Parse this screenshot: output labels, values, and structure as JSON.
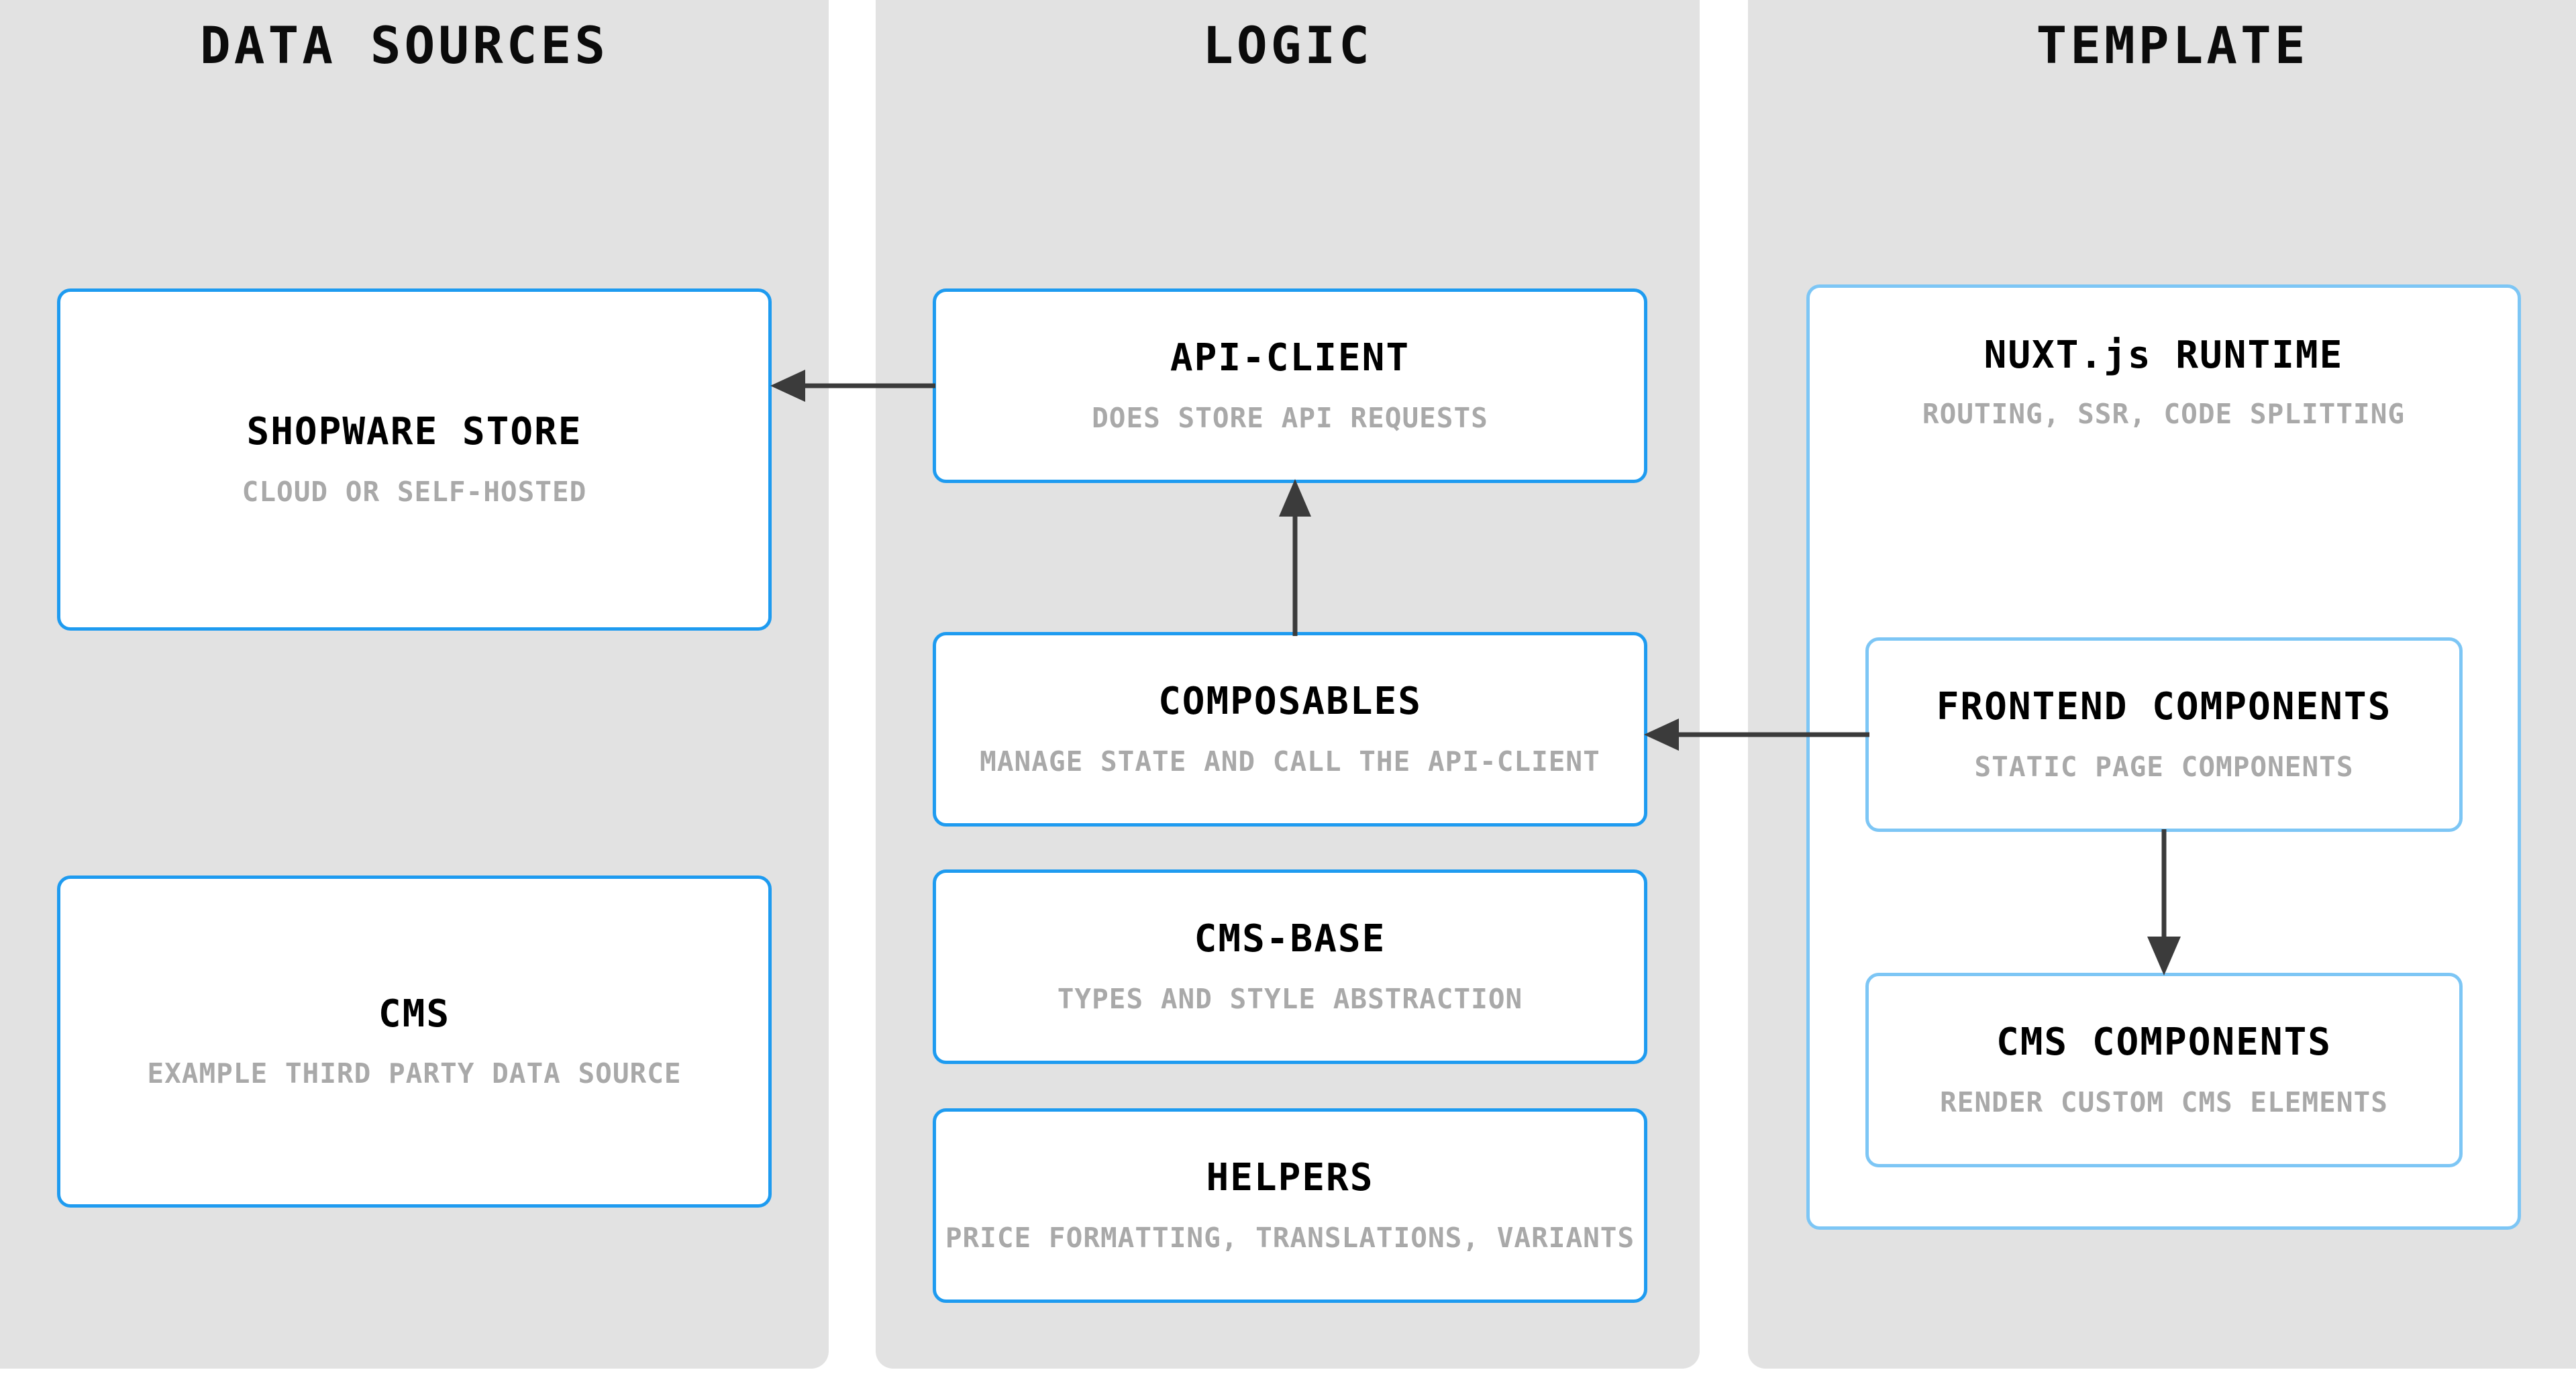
{
  "diagram": {
    "title": "Shopware Nuxt Architecture Overview",
    "background": "#ffffff",
    "column_bg": "#e2e2e2",
    "accent_blue": "#1e9bf0",
    "accent_blue_light": "#7dc6f5",
    "arrow_color": "#3b3b3b",
    "subtitle_color": "#a9a9a9"
  },
  "columns": [
    {
      "id": "data-sources",
      "title": "DATA SOURCES",
      "nodes": [
        {
          "id": "shopware-store",
          "title": "SHOPWARE STORE",
          "subtitle": "CLOUD OR SELF-HOSTED"
        },
        {
          "id": "cms",
          "title": "CMS",
          "subtitle": "EXAMPLE THIRD PARTY DATA SOURCE"
        }
      ]
    },
    {
      "id": "logic",
      "title": "LOGIC",
      "nodes": [
        {
          "id": "api-client",
          "title": "API-CLIENT",
          "subtitle": "DOES STORE API REQUESTS"
        },
        {
          "id": "composables",
          "title": "COMPOSABLES",
          "subtitle": "MANAGE STATE AND CALL THE API-CLIENT"
        },
        {
          "id": "cms-base",
          "title": "CMS-BASE",
          "subtitle": "TYPES AND STYLE ABSTRACTION"
        },
        {
          "id": "helpers",
          "title": "HELPERS",
          "subtitle": "PRICE FORMATTING, TRANSLATIONS, VARIANTS"
        }
      ]
    },
    {
      "id": "template",
      "title": "TEMPLATE",
      "nodes": [
        {
          "id": "nuxt-runtime",
          "title": "NUXT.js RUNTIME",
          "subtitle": "ROUTING, SSR, CODE SPLITTING"
        },
        {
          "id": "frontend-components",
          "title": "FRONTEND COMPONENTS",
          "subtitle": "STATIC PAGE COMPONENTS"
        },
        {
          "id": "cms-components",
          "title": "CMS COMPONENTS",
          "subtitle": "RENDER CUSTOM CMS ELEMENTS"
        }
      ]
    }
  ],
  "edges": [
    {
      "id": "api-client-to-shopware-store",
      "from": "api-client",
      "to": "shopware-store",
      "direction": "left"
    },
    {
      "id": "composables-to-api-client",
      "from": "composables",
      "to": "api-client",
      "direction": "up"
    },
    {
      "id": "frontend-components-to-composables",
      "from": "frontend-components",
      "to": "composables",
      "direction": "left"
    },
    {
      "id": "frontend-components-to-cms-components",
      "from": "frontend-components",
      "to": "cms-components",
      "direction": "down"
    }
  ]
}
